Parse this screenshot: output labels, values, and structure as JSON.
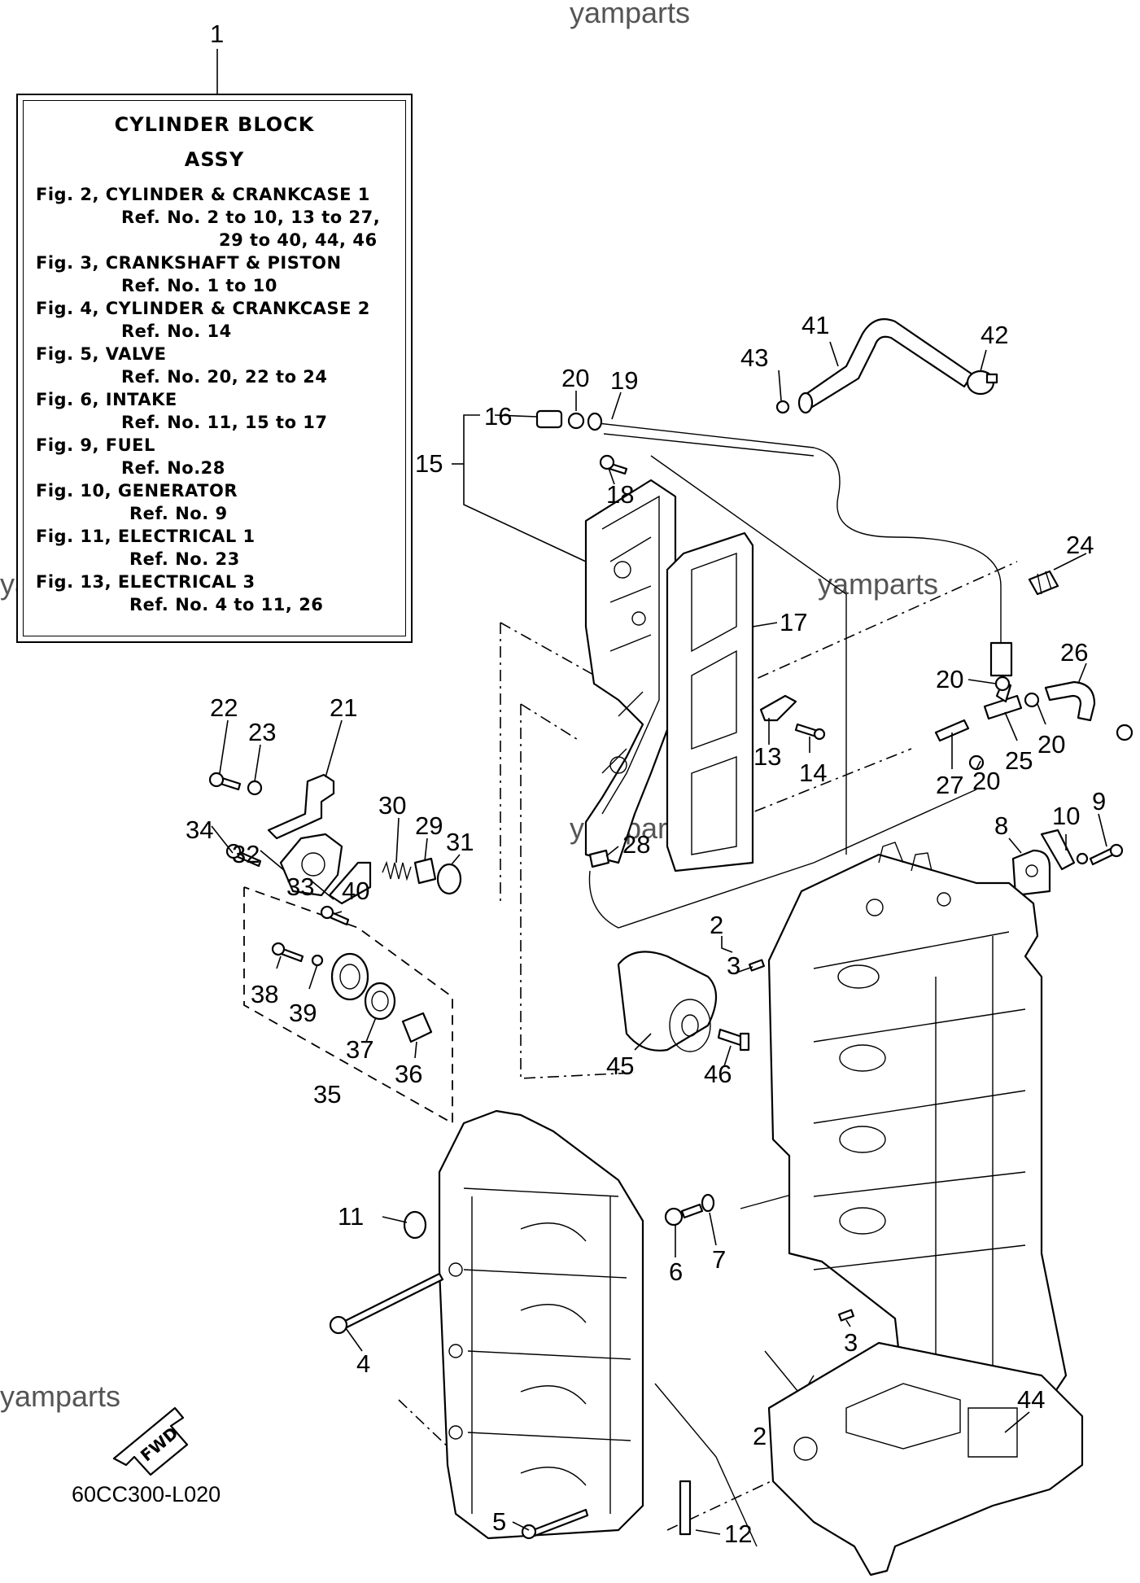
{
  "watermarks": [
    "yamparts",
    "yamparts",
    "yamparts",
    "yamparts",
    "yamparts",
    "yamparts"
  ],
  "diagram_code": "60CC300-L020",
  "fwd_label": "FWD",
  "assy_box": {
    "callout": "1",
    "title_line1": "CYLINDER BLOCK",
    "title_line2": "ASSY",
    "lines": [
      "Fig. 2, CYLINDER & CRANKCASE 1",
      "Ref. No. 2 to 10, 13 to 27,",
      "29 to 40, 44, 46",
      "Fig. 3, CRANKSHAFT & PISTON",
      "Ref. No. 1 to 10",
      "Fig. 4, CYLINDER & CRANKCASE 2",
      "Ref. No. 14",
      "Fig. 5, VALVE",
      "Ref. No. 20, 22 to 24",
      "Fig. 6, INTAKE",
      "Ref. No. 11, 15 to 17",
      "Fig. 9, FUEL",
      "Ref. No.28",
      "Fig. 10, GENERATOR",
      "Ref. No. 9",
      "Fig. 11, ELECTRICAL 1",
      "Ref. No. 23",
      "Fig. 13, ELECTRICAL 3",
      "Ref. No. 4 to 11, 26"
    ]
  },
  "callouts": [
    "2",
    "3",
    "4",
    "5",
    "6",
    "7",
    "8",
    "9",
    "10",
    "11",
    "12",
    "13",
    "14",
    "15",
    "16",
    "17",
    "18",
    "19",
    "20",
    "21",
    "22",
    "23",
    "24",
    "25",
    "26",
    "27",
    "28",
    "29",
    "30",
    "31",
    "32",
    "33",
    "34",
    "35",
    "36",
    "37",
    "38",
    "39",
    "40",
    "41",
    "42",
    "43",
    "44",
    "45",
    "46",
    "20",
    "20",
    "20",
    "2",
    "3"
  ]
}
